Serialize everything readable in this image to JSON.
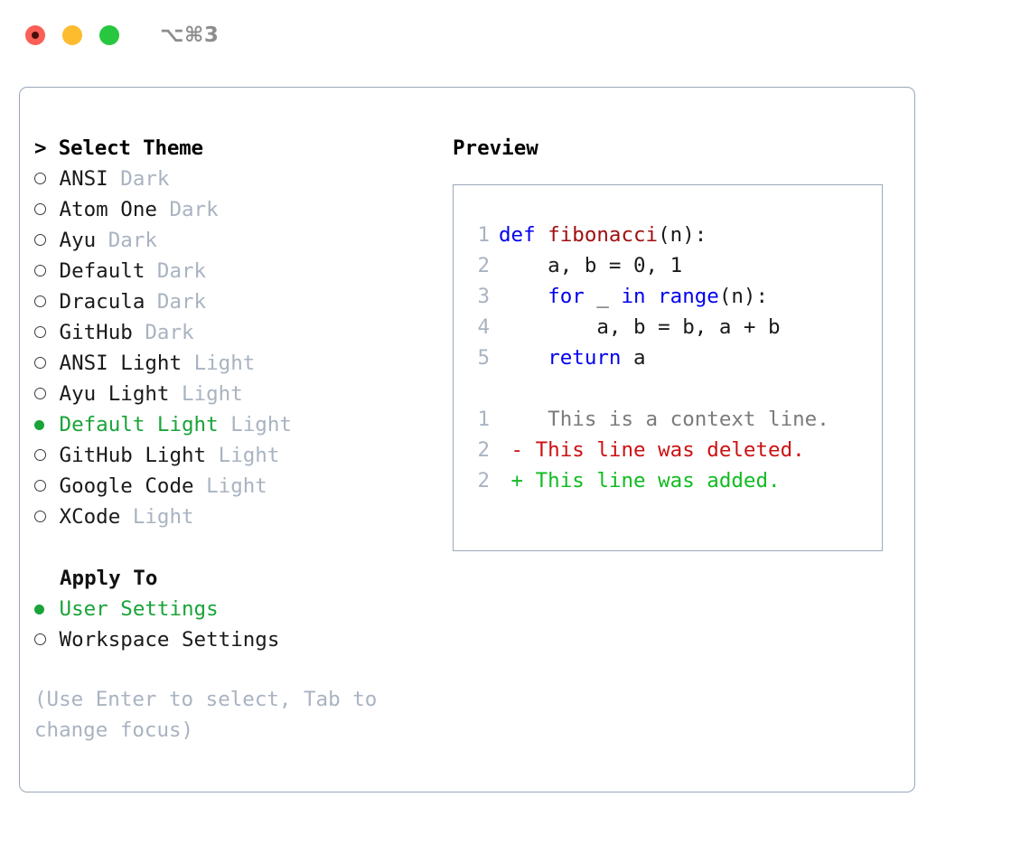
{
  "titlebar": {
    "shortcut": "⌥⌘3",
    "buttons": [
      {
        "name": "close-button",
        "color": "#fb5f57"
      },
      {
        "name": "minimize-button",
        "color": "#fdbc2e"
      },
      {
        "name": "maximize-button",
        "color": "#28c73f"
      }
    ]
  },
  "colors": {
    "selected_green": "#19a338",
    "muted": "#a9b3c1",
    "keyword_blue": "#0000ee",
    "function_red": "#a01010",
    "diff_deleted": "#cc1111",
    "diff_added": "#11bb22",
    "border": "#9aa7b8"
  },
  "left": {
    "heading_prefix": "> ",
    "heading": "Select Theme",
    "themes": [
      {
        "name": "ANSI",
        "kind": "Dark",
        "selected": false
      },
      {
        "name": "Atom One",
        "kind": "Dark",
        "selected": false
      },
      {
        "name": "Ayu",
        "kind": "Dark",
        "selected": false
      },
      {
        "name": "Default",
        "kind": "Dark",
        "selected": false
      },
      {
        "name": "Dracula",
        "kind": "Dark",
        "selected": false
      },
      {
        "name": "GitHub",
        "kind": "Dark",
        "selected": false
      },
      {
        "name": "ANSI Light",
        "kind": "Light",
        "selected": false
      },
      {
        "name": "Ayu Light",
        "kind": "Light",
        "selected": false
      },
      {
        "name": "Default Light",
        "kind": "Light",
        "selected": true
      },
      {
        "name": "GitHub Light",
        "kind": "Light",
        "selected": false
      },
      {
        "name": "Google Code",
        "kind": "Light",
        "selected": false
      },
      {
        "name": "XCode",
        "kind": "Light",
        "selected": false
      }
    ],
    "apply_to_title": "Apply To",
    "apply_to": [
      {
        "name": "User Settings",
        "selected": true
      },
      {
        "name": "Workspace Settings",
        "selected": false
      }
    ],
    "hint": "(Use Enter to select, Tab to change focus)"
  },
  "right": {
    "preview_label": "Preview",
    "code": [
      {
        "num": "1",
        "segments": [
          {
            "t": "def ",
            "c": "kw"
          },
          {
            "t": "fibonacci",
            "c": "fn"
          },
          {
            "t": "(n):",
            "c": "pl"
          }
        ]
      },
      {
        "num": "2",
        "segments": [
          {
            "t": "    a, b = 0, 1",
            "c": "pl"
          }
        ]
      },
      {
        "num": "3",
        "segments": [
          {
            "t": "    ",
            "c": "pl"
          },
          {
            "t": "for",
            "c": "kw"
          },
          {
            "t": " _ ",
            "c": "pl"
          },
          {
            "t": "in",
            "c": "kw"
          },
          {
            "t": " ",
            "c": "pl"
          },
          {
            "t": "range",
            "c": "kw"
          },
          {
            "t": "(n):",
            "c": "pl"
          }
        ]
      },
      {
        "num": "4",
        "segments": [
          {
            "t": "        a, b = b, a + b",
            "c": "pl"
          }
        ]
      },
      {
        "num": "5",
        "segments": [
          {
            "t": "    ",
            "c": "pl"
          },
          {
            "t": "return",
            "c": "kw"
          },
          {
            "t": " a",
            "c": "pl"
          }
        ]
      }
    ],
    "diff": [
      {
        "num": "1",
        "marker": " ",
        "text": "  This is a context line.",
        "kind": "ctx"
      },
      {
        "num": "2",
        "marker": "-",
        "text": " This line was deleted.",
        "kind": "del"
      },
      {
        "num": "2",
        "marker": "+",
        "text": " This line was added.",
        "kind": "add"
      }
    ]
  }
}
